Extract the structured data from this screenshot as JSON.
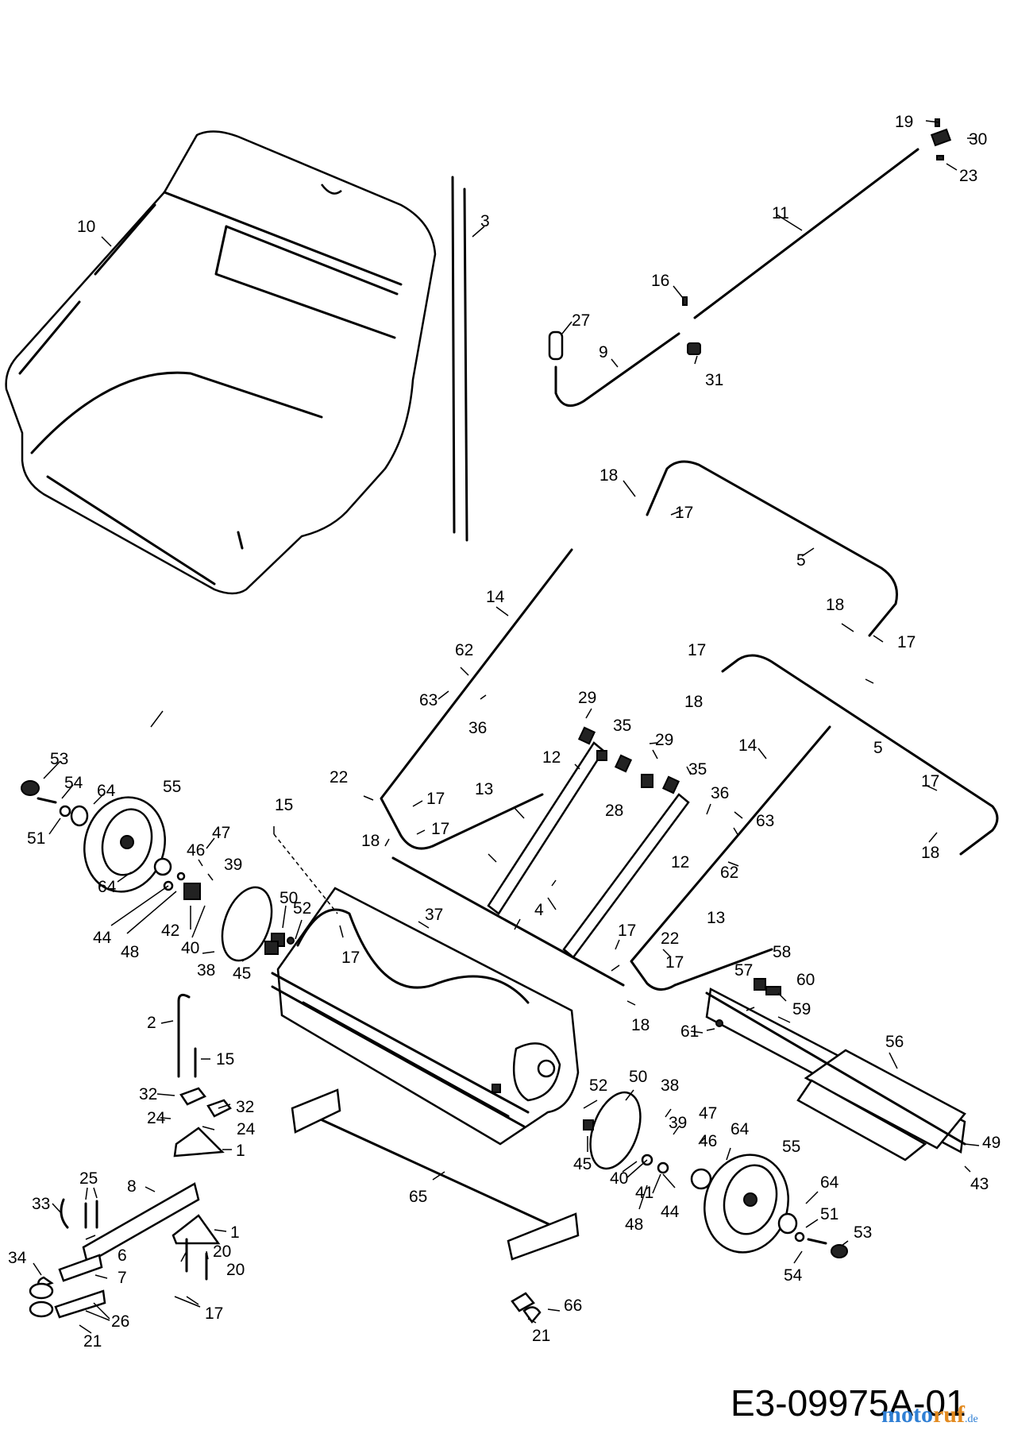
{
  "diagram": {
    "drawing_code": "E3-09975A-01",
    "watermark": {
      "part1": "moto",
      "part2": "ruf",
      "suffix": ".de"
    },
    "callouts": {
      "n1": "1",
      "n2": "2",
      "n3": "3",
      "n4": "4",
      "n5": "5",
      "n6": "6",
      "n7": "7",
      "n8": "8",
      "n9": "9",
      "n10": "10",
      "n11": "11",
      "n12": "12",
      "n13": "13",
      "n14": "14",
      "n15": "15",
      "n16": "16",
      "n17": "17",
      "n18": "18",
      "n19": "19",
      "n20": "20",
      "n21": "21",
      "n22": "22",
      "n23": "23",
      "n24": "24",
      "n25": "25",
      "n26": "26",
      "n27": "27",
      "n28": "28",
      "n29": "29",
      "n30": "30",
      "n31": "31",
      "n32": "32",
      "n33": "33",
      "n34": "34",
      "n35": "35",
      "n36": "36",
      "n37": "37",
      "n38": "38",
      "n39": "39",
      "n40": "40",
      "n41": "41",
      "n42": "42",
      "n43": "43",
      "n44": "44",
      "n45": "45",
      "n46": "46",
      "n47": "47",
      "n48": "48",
      "n49": "49",
      "n50": "50",
      "n51": "51",
      "n52": "52",
      "n53": "53",
      "n54": "54",
      "n55": "55",
      "n56": "56",
      "n57": "57",
      "n58": "58",
      "n59": "59",
      "n60": "60",
      "n61": "61",
      "n62": "62",
      "n63": "63",
      "n64": "64",
      "n65": "65",
      "n66": "66"
    }
  }
}
